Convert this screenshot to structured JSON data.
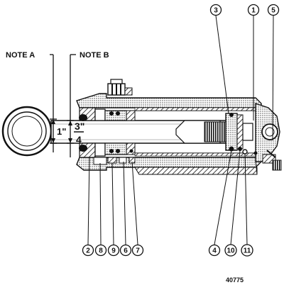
{
  "notes": {
    "a": "NOTE A",
    "b": "NOTE B"
  },
  "dimensions": {
    "inch": "1\"",
    "frac_num": "3\"",
    "frac_den": "4"
  },
  "callouts_top": [
    "3",
    "1",
    "5"
  ],
  "callouts_bottom": [
    "2",
    "8",
    "9",
    "6",
    "7",
    "4",
    "10",
    "11"
  ],
  "figure_id": "40775"
}
